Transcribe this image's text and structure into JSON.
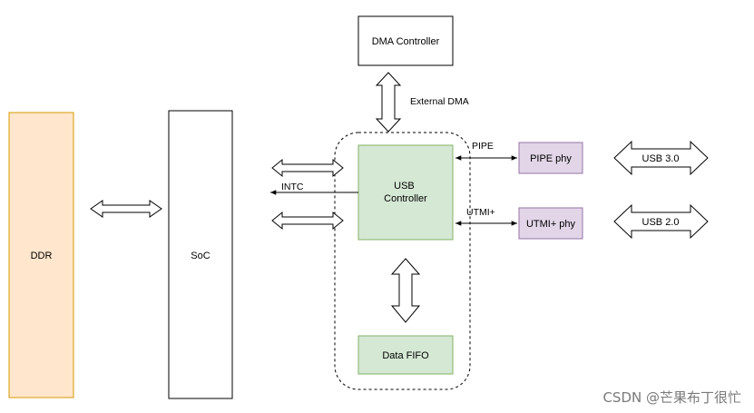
{
  "diagram": {
    "nodes": {
      "ddr": "DDR",
      "soc": "SoC",
      "dma_controller": "DMA Controller",
      "usb_controller": [
        "USB",
        "Controller"
      ],
      "pipe_phy": "PIPE phy",
      "utmi_phy": "UTMI+ phy",
      "data_fifo": "Data FIFO"
    },
    "edges": {
      "external_dma": "External DMA",
      "intc": "INTC",
      "pipe": "PIPE",
      "utmi": "UTMI+",
      "usb3": "USB 3.0",
      "usb2": "USB 2.0"
    },
    "colors": {
      "ddr_fill": "#ffe6cc",
      "ddr_stroke": "#d79b00",
      "green_fill": "#d5e8d4",
      "green_stroke": "#82b366",
      "purple_fill": "#e1d5e7",
      "purple_stroke": "#9673a6",
      "white_fill": "#ffffff",
      "black_stroke": "#000000"
    }
  },
  "watermark": "CSDN @芒果布丁很忙"
}
